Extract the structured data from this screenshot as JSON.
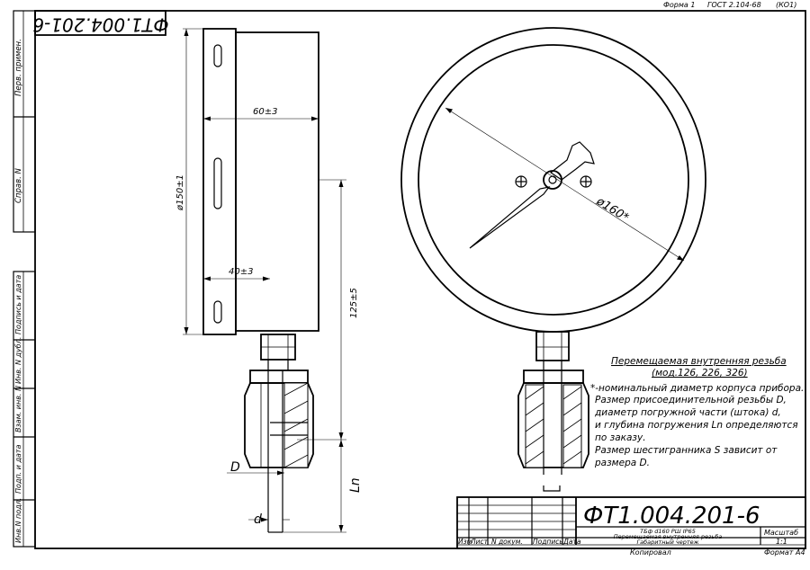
{
  "header": {
    "forma": "Форма 1",
    "gost": "ГОСТ 2.104-68",
    "code": "(КО1)"
  },
  "stamp_rotated": "ФТ1.004.201-6",
  "side_columns": [
    "Перв. примен.",
    "Справ. N",
    "Подпись и дата",
    "Инв. N дубл.",
    "Взам. инв. N",
    "Подп. и дата",
    "Инв.N подл."
  ],
  "dims": {
    "width_full": "60±3",
    "width_partial": "40±3",
    "diameter_body": "ø150±1",
    "length_stem": "125±5",
    "dial_diameter": "ø160*",
    "thread_D": "D",
    "stem_d": "d",
    "immersion": "Ln"
  },
  "notes": {
    "title_line1": "Перемещаемая внутренняя резьба",
    "title_line2": "(мод.126, 226, 326)",
    "lines": [
      "*-номинальный диаметр корпуса прибора.",
      "Размер присоединительной резьбы D,",
      "диаметр погружной части (штока) d,",
      " и глубина погружения Ln определяются",
      "по заказу.",
      "Размер шестигранника S зависит от",
      " размера D."
    ]
  },
  "title_block": {
    "designation": "ФТ1.004.201-6",
    "product_line1": "ТБф d160 РШ IP65",
    "product_line2": "Перемещаемая внутренняя резьба",
    "product_line3": "Габаритный чертеж",
    "cols": [
      "Изм",
      "Лист",
      "N докум.",
      "Подпись",
      "Дата"
    ],
    "scale_label": "Масштаб",
    "scale_value": "1:1",
    "copied": "Копировал",
    "format": "Формат А4"
  }
}
